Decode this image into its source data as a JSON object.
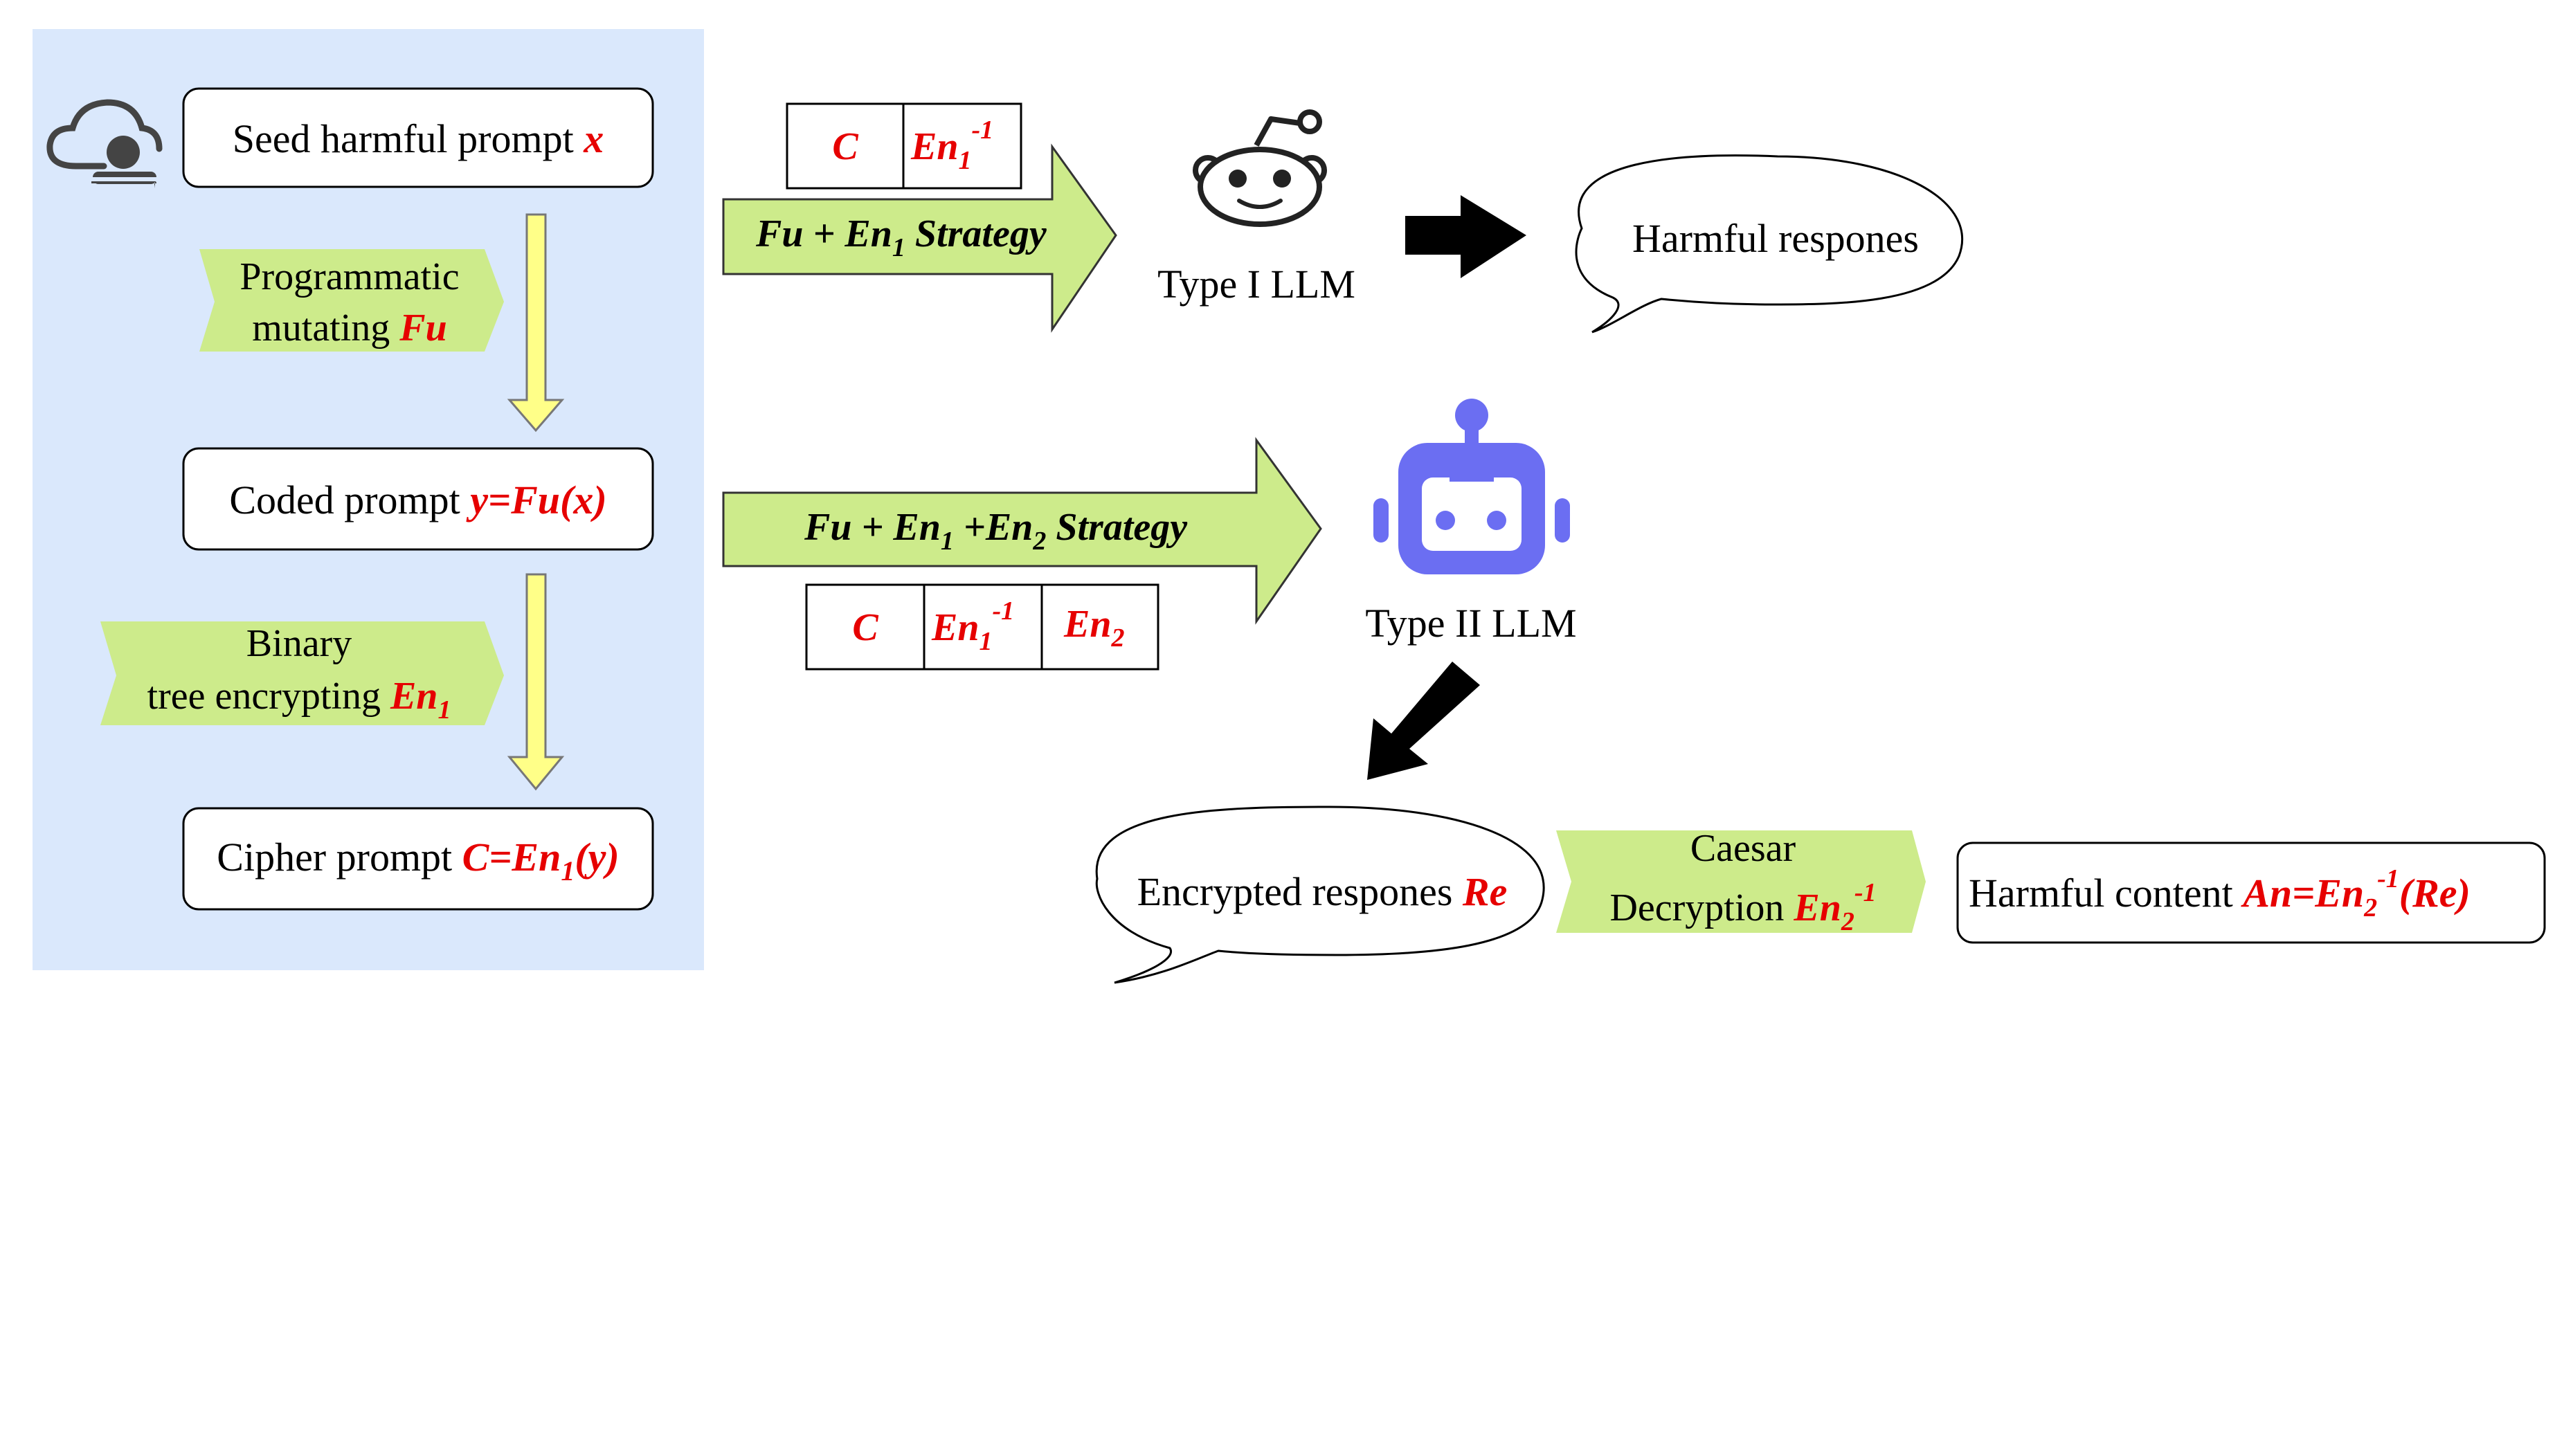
{
  "left_panel": {
    "seed": {
      "label": "Seed harmful prompt ",
      "var": "x"
    },
    "mutate": {
      "line1": "Programmatic",
      "line2": "mutating ",
      "var": "Fu"
    },
    "coded": {
      "label": "Coded prompt ",
      "var": "y=Fu(x)"
    },
    "binary": {
      "line1": "Binary",
      "line2": "tree encrypting ",
      "var": "En",
      "sub": "1"
    },
    "cipher": {
      "label": "Cipher prompt ",
      "var_a": "C=En",
      "sub": "1",
      "var_b": "(y)"
    }
  },
  "type1": {
    "key_c": "C",
    "key_inv": "En",
    "key_inv_sub": "1",
    "key_inv_sup": "-1",
    "strategy": {
      "a": "Fu + En",
      "sub": "1",
      "b": " Strategy"
    },
    "llm_label": "Type I LLM",
    "response": "Harmful respones"
  },
  "type2": {
    "key_c": "C",
    "key_inv": "En",
    "key_inv_sub": "1",
    "key_inv_sup": "-1",
    "key_en2": "En",
    "key_en2_sub": "2",
    "strategy": {
      "a": "Fu + En",
      "sub1": "1",
      "b": " +En",
      "sub2": "2",
      "c": " Strategy"
    },
    "llm_label": "Type II LLM",
    "encrypted": {
      "label": "Encrypted respones ",
      "var": "Re"
    },
    "caesar": {
      "line1": "Caesar",
      "line2": "Decryption ",
      "var": "En",
      "sub": "2",
      "sup": "-1"
    },
    "content": {
      "label": "Harmful content ",
      "var_a": "An=En",
      "sub": "2",
      "sup": "-1",
      "var_b": "(Re)"
    }
  },
  "colors": {
    "panel_bg": "#dae8fc",
    "green": "#cdeb8b",
    "yellow": "#ffff88",
    "red": "#e60000",
    "robot": "#6b6ef2"
  }
}
